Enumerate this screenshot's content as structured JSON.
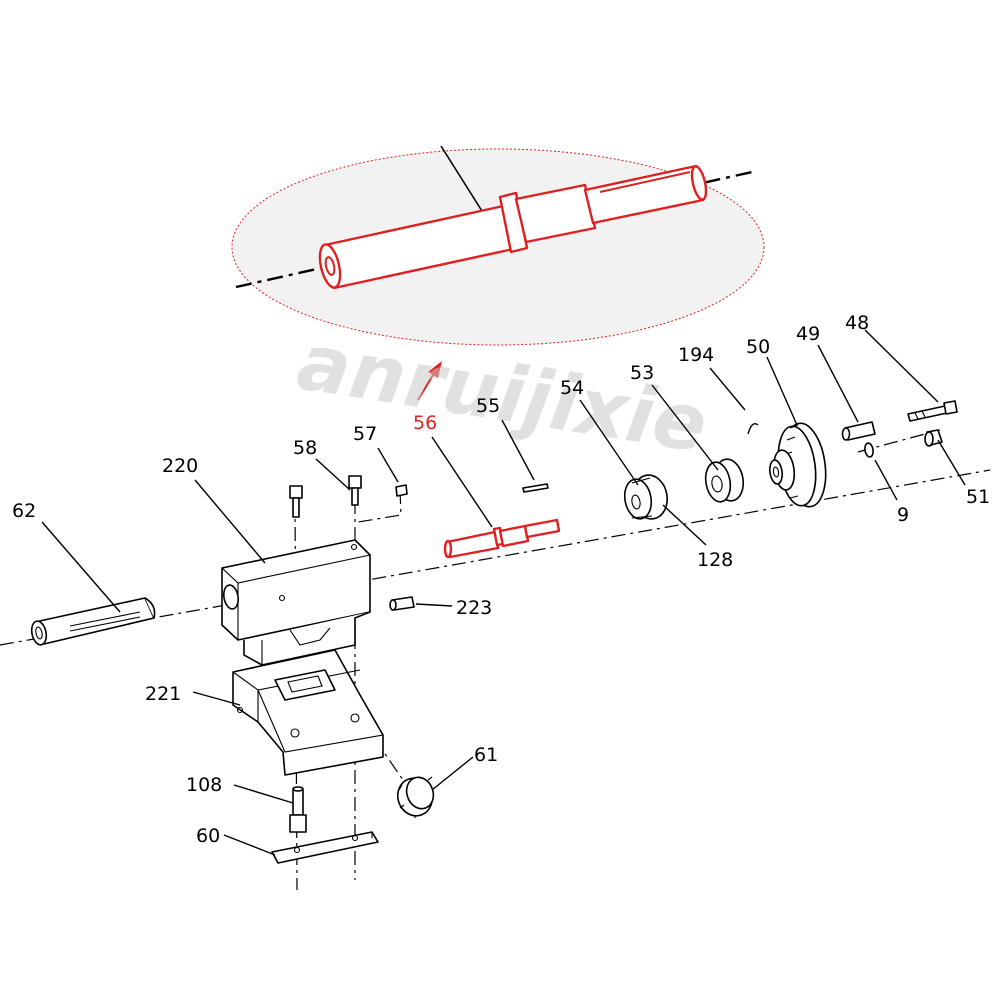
{
  "watermark": "anruijixie",
  "highlight_color": "#e02020",
  "zoom_fill": "#f2f2f2",
  "labels": {
    "p62": "62",
    "p220": "220",
    "p58": "58",
    "p57": "57",
    "p56": "56",
    "p55": "55",
    "p54": "54",
    "p53": "53",
    "p194": "194",
    "p50": "50",
    "p49": "49",
    "p48": "48",
    "p9": "9",
    "p51": "51",
    "p128": "128",
    "p223": "223",
    "p221": "221",
    "p61": "61",
    "p108": "108",
    "p60": "60"
  }
}
